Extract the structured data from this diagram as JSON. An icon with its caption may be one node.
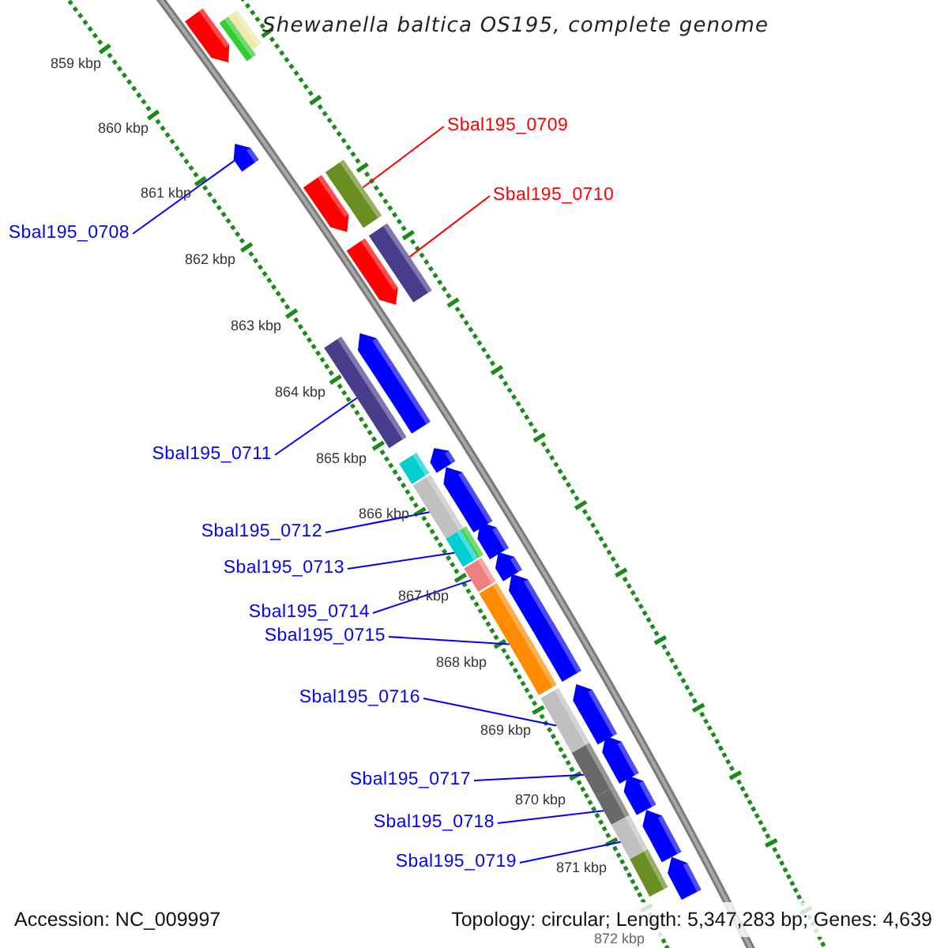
{
  "diagram": {
    "title": "Shewanella baltica OS195, complete genome",
    "nodes": [
      {
        "text": [
          "Sbal195_0709"
        ]
      },
      {
        "text": [
          "Sbal195_0710"
        ]
      },
      {
        "text": [
          "Sbal195_0708"
        ]
      },
      {
        "text": [
          "Sbal195_0711"
        ]
      },
      {
        "text": [
          "Sbal195_0712"
        ]
      },
      {
        "text": [
          "Sbal195_0713"
        ]
      },
      {
        "text": [
          "Sbal195_0714"
        ]
      },
      {
        "text": [
          "Sbal195_0715"
        ]
      },
      {
        "text": [
          "Sbal195_0716"
        ]
      },
      {
        "text": [
          "Sbal195_0717"
        ]
      },
      {
        "text": [
          "Sbal195_0718"
        ]
      },
      {
        "text": [
          "Sbal195_0719"
        ]
      },
      {
        "text": [],
        "shape": "arrow"
      },
      {
        "text": [],
        "shape": "bar"
      },
      {
        "text": [],
        "shape": "bar"
      },
      {
        "text": [],
        "shape": "arrow"
      },
      {
        "text": [],
        "shape": "arrow"
      },
      {
        "text": [],
        "shape": "bar"
      },
      {
        "text": [],
        "shape": "arrow"
      },
      {
        "text": [],
        "shape": "bar"
      },
      {
        "text": [],
        "shape": "bar"
      },
      {
        "text": [],
        "shape": "arrow"
      },
      {
        "text": [],
        "shape": "arrow"
      },
      {
        "text": [],
        "shape": "bar"
      },
      {
        "text": [],
        "shape": "arrow"
      },
      {
        "text": [],
        "shape": "bar"
      },
      {
        "text": [],
        "shape": "arrow"
      },
      {
        "text": [],
        "shape": "bar"
      },
      {
        "text": [],
        "shape": "bar"
      },
      {
        "text": [],
        "shape": "arrow"
      },
      {
        "text": [],
        "shape": "bar"
      },
      {
        "text": [],
        "shape": "arrow"
      },
      {
        "text": [],
        "shape": "bar"
      },
      {
        "text": [],
        "shape": "arrow"
      },
      {
        "text": [],
        "shape": "bar"
      },
      {
        "text": [],
        "shape": "arrow"
      },
      {
        "text": [],
        "shape": "bar"
      },
      {
        "text": [],
        "shape": "arrow"
      },
      {
        "text": [],
        "shape": "bar"
      },
      {
        "text": [],
        "shape": "arrow"
      },
      {
        "text": [],
        "shape": "bar"
      },
      {
        "text": [],
        "shape": "arrow"
      },
      {
        "text": [],
        "shape": "bar"
      }
    ],
    "edges": [
      {
        "from": 0,
        "to": 17,
        "arrow": "none",
        "color": "#ff0000"
      },
      {
        "from": 1,
        "to": 19,
        "arrow": "none",
        "color": "#ff0000"
      },
      {
        "from": 2,
        "to": 15,
        "arrow": "none"
      },
      {
        "from": 3,
        "to": 20,
        "arrow": "none"
      },
      {
        "from": 4,
        "to": 25,
        "arrow": "none"
      },
      {
        "from": 5,
        "to": 27,
        "arrow": "none"
      },
      {
        "from": 6,
        "to": 30,
        "arrow": "none"
      },
      {
        "from": 7,
        "to": 32,
        "arrow": "none"
      },
      {
        "from": 8,
        "to": 34,
        "arrow": "none"
      },
      {
        "from": 9,
        "to": 36,
        "arrow": "none"
      },
      {
        "from": 10,
        "to": 38,
        "arrow": "none"
      },
      {
        "from": 11,
        "to": 40,
        "arrow": "none"
      }
    ],
    "labels": [
      "859 kbp",
      "860 kbp",
      "861 kbp",
      "862 kbp",
      "863 kbp",
      "864 kbp",
      "865 kbp",
      "866 kbp",
      "867 kbp",
      "868 kbp",
      "869 kbp",
      "870 kbp",
      "871 kbp",
      "872 kbp",
      "Accession: NC_009997",
      "Topology: circular; Length: 5,347,283 bp; Genes: 4,639"
    ]
  }
}
